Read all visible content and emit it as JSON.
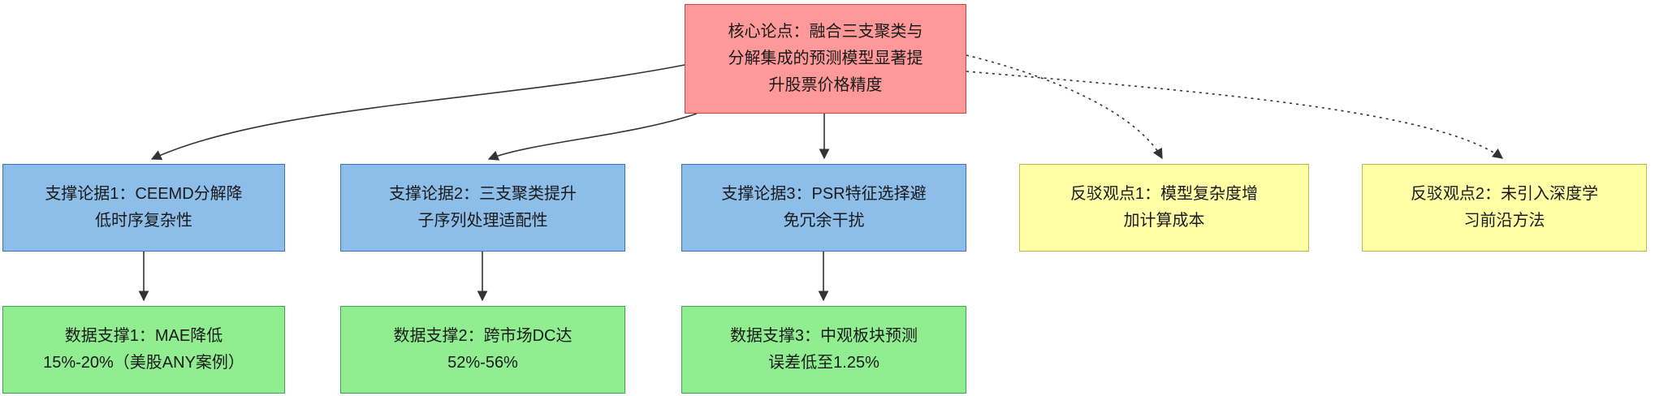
{
  "diagram": {
    "nodes": {
      "core": {
        "type": "core",
        "text": "核心论点：融合三支聚类与\n分解集成的预测模型显著提\n升股票价格精度"
      },
      "support1": {
        "type": "support",
        "text": "支撑论据1：CEEMD分解降\n低时序复杂性"
      },
      "support2": {
        "type": "support",
        "text": "支撑论据2：三支聚类提升\n子序列处理适配性"
      },
      "support3": {
        "type": "support",
        "text": "支撑论据3：PSR特征选择避\n免冗余干扰"
      },
      "rebuttal1": {
        "type": "rebuttal",
        "text": "反驳观点1：模型复杂度增\n加计算成本"
      },
      "rebuttal2": {
        "type": "rebuttal",
        "text": "反驳观点2：未引入深度学\n习前沿方法"
      },
      "data1": {
        "type": "data",
        "text": "数据支撑1：MAE降低\n15%-20%（美股ANY案例）"
      },
      "data2": {
        "type": "data",
        "text": "数据支撑2：跨市场DC达\n52%-56%"
      },
      "data3": {
        "type": "data",
        "text": "数据支撑3：中观板块预测\n误差低至1.25%"
      }
    },
    "edges": [
      {
        "from": "core",
        "to": "support1",
        "style": "solid"
      },
      {
        "from": "core",
        "to": "support2",
        "style": "solid"
      },
      {
        "from": "core",
        "to": "support3",
        "style": "solid"
      },
      {
        "from": "core",
        "to": "rebuttal1",
        "style": "dotted"
      },
      {
        "from": "core",
        "to": "rebuttal2",
        "style": "dotted"
      },
      {
        "from": "support1",
        "to": "data1",
        "style": "solid"
      },
      {
        "from": "support2",
        "to": "data2",
        "style": "solid"
      },
      {
        "from": "support3",
        "to": "data3",
        "style": "solid"
      }
    ],
    "colors": {
      "core_fill": "#ff9999",
      "core_stroke": "#cc4444",
      "support_fill": "#8dbeea",
      "support_stroke": "#3676b6",
      "rebuttal_fill": "#ffffa6",
      "rebuttal_stroke": "#bdbd4e",
      "data_fill": "#90ee90",
      "data_stroke": "#3aa655",
      "edge_color": "#333333"
    }
  }
}
